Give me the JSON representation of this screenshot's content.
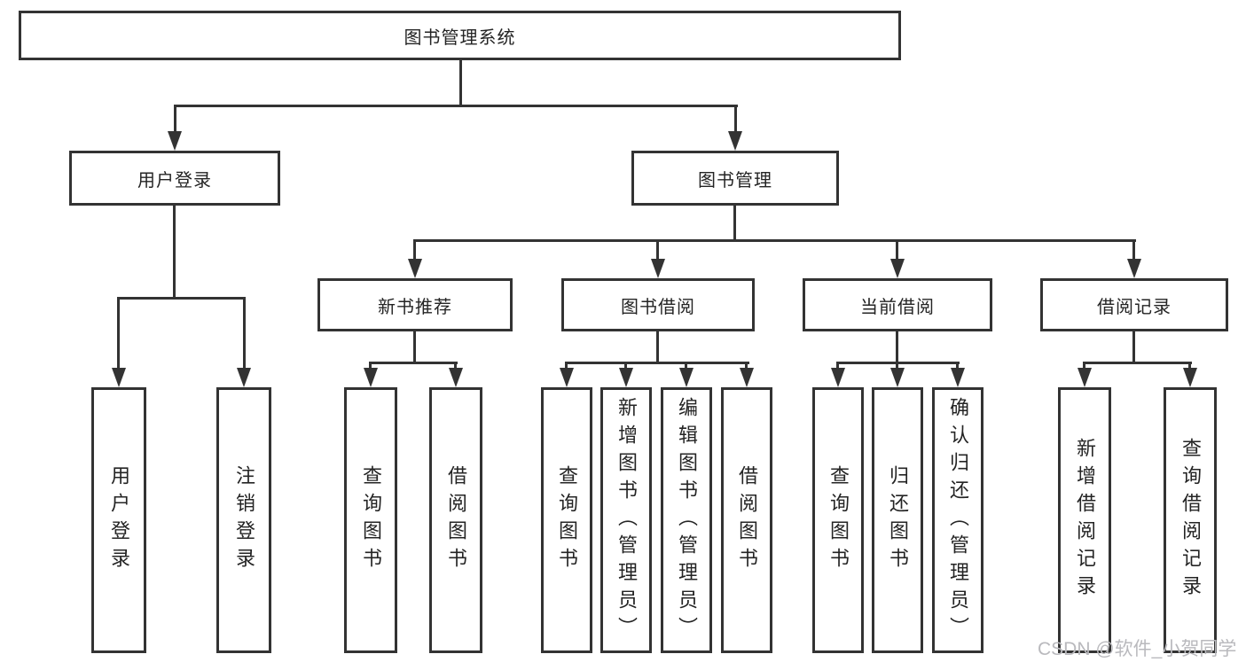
{
  "diagram": {
    "title": "图书管理系统",
    "root": {
      "label": "图书管理系统"
    },
    "branches": [
      {
        "label": "用户登录",
        "children": [
          {
            "label": "用户登录"
          },
          {
            "label": "注销登录"
          }
        ]
      },
      {
        "label": "图书管理",
        "children": [
          {
            "label": "新书推荐",
            "children": [
              {
                "label": "查询图书"
              },
              {
                "label": "借阅图书"
              }
            ]
          },
          {
            "label": "图书借阅",
            "children": [
              {
                "label": "查询图书"
              },
              {
                "label": "新增图书（管理员）"
              },
              {
                "label": "编辑图书（管理员）"
              },
              {
                "label": "借阅图书"
              }
            ]
          },
          {
            "label": "当前借阅",
            "children": [
              {
                "label": "查询图书"
              },
              {
                "label": "归还图书"
              },
              {
                "label": "确认归还（管理员）"
              }
            ]
          },
          {
            "label": "借阅记录",
            "children": [
              {
                "label": "新增借阅记录"
              },
              {
                "label": "查询借阅记录"
              }
            ]
          }
        ]
      }
    ]
  },
  "watermark": {
    "text": "CSDN @软件_小贺同学",
    "color": "#b9b9bd"
  },
  "colors": {
    "line": "#333333",
    "text": "#242424",
    "background": "#ffffff"
  }
}
